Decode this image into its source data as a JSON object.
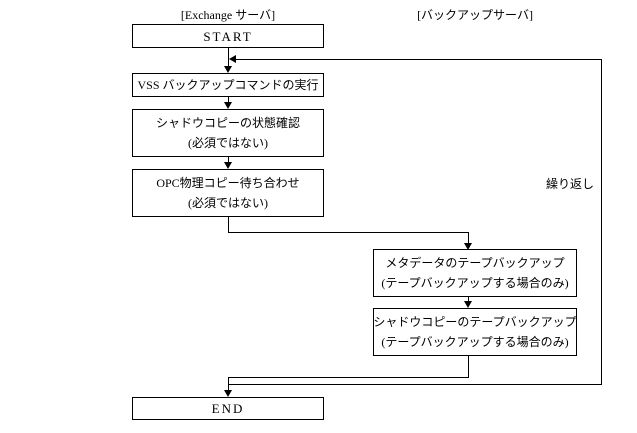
{
  "diagram": {
    "columns": [
      {
        "id": "exchange",
        "label": "[Exchange サーバ]"
      },
      {
        "id": "backup",
        "label": "[バックアップサーバ]"
      }
    ],
    "nodes": [
      {
        "id": "start",
        "label": "START"
      },
      {
        "id": "vss_command",
        "label": "VSS バックアップコマンドの実行"
      },
      {
        "id": "shadow_check",
        "label": "シャドウコピーの状態確認",
        "note": "(必須ではない)"
      },
      {
        "id": "opc_wait",
        "label": "OPC物理コピー待ち合わせ",
        "note": "(必須ではない)"
      },
      {
        "id": "metadata_tape",
        "label": "メタデータのテープバックアップ",
        "note": "(テープバックアップする場合のみ)"
      },
      {
        "id": "shadow_tape",
        "label": "シャドウコピーのテープバックアップ",
        "note": "(テープバックアップする場合のみ)"
      },
      {
        "id": "end",
        "label": "END"
      }
    ],
    "loop_label": "繰り返し",
    "colors": {
      "line": "#000000",
      "background": "#ffffff",
      "box_fill": "#ffffff"
    }
  }
}
